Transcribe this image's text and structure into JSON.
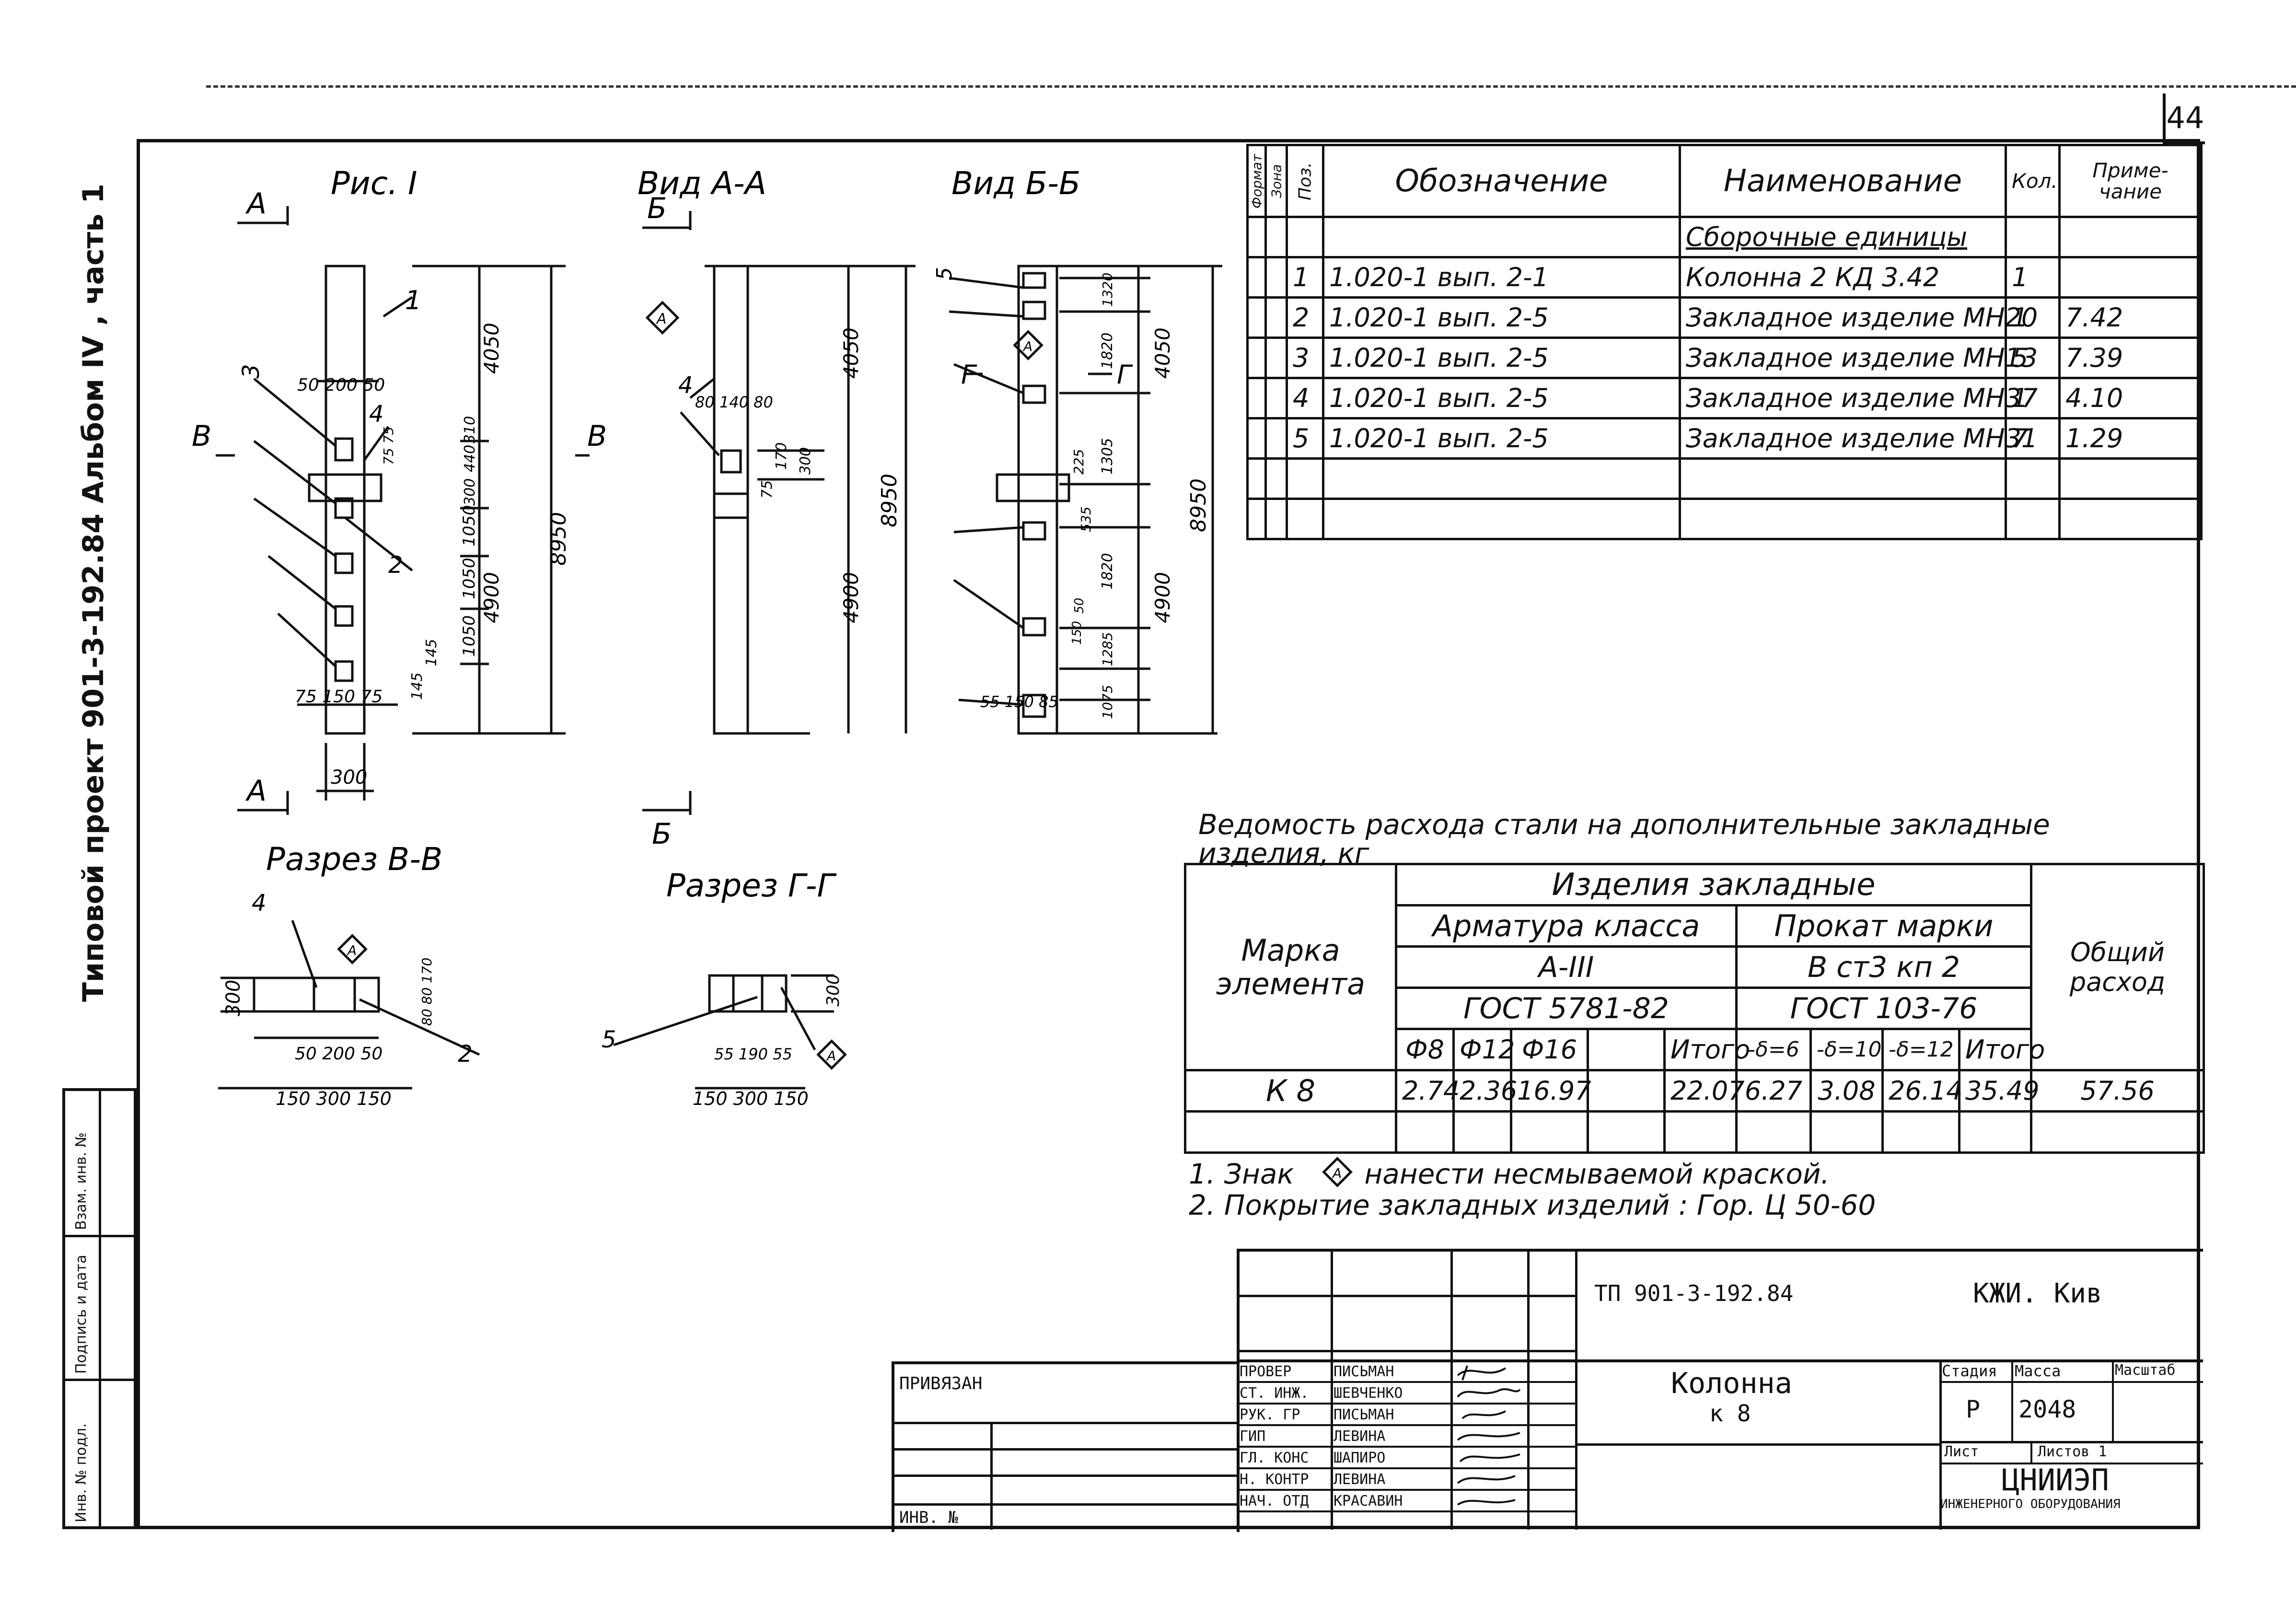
{
  "sheet_number": "44",
  "left_margin": {
    "title": "Типовой   проект 901-3-192.84 Альбом IV  ,  часть 1",
    "stamp_cells": [
      "Инв. № подл.",
      "Подпись и дата",
      "Взам. инв. №"
    ]
  },
  "drawing": {
    "fig1_title": "Рис. I",
    "view_aa_title": "Вид А-А",
    "view_bb_title": "Вид Б-Б",
    "section_vv_title": "Разрез В-В",
    "section_gg_title": "Разрез Г-Г",
    "markers": {
      "A": "А",
      "B": "Б",
      "V": "В",
      "G": "Г",
      "sign": "А"
    },
    "fig1_dims": {
      "w_top": "50 200 50",
      "total_h": "8950",
      "upper": "4050",
      "lower": "4900",
      "d1": "1050",
      "d2": "1050",
      "d3": "1050",
      "d4": "300",
      "d5": "440",
      "d6": "310",
      "d7": "75 75",
      "d8": "145",
      "d9": "145",
      "bot": "75 150 75",
      "width": "300"
    },
    "fig1_leaders": [
      "1",
      "2",
      "3",
      "4"
    ],
    "aa_dims": {
      "top": "80 140 80",
      "d1": "170",
      "d2": "300",
      "d3": "75",
      "upper": "4050",
      "total": "8950",
      "lower": "4900"
    },
    "aa_leader": "4",
    "bb_dims": {
      "upper": "4050",
      "total": "8950",
      "lower": "4900",
      "d1": "1320",
      "d2": "1820",
      "d3": "1305",
      "d4": "225",
      "d5": "535",
      "d6": "1820",
      "d7": "1285",
      "d8": "1075",
      "d9": "50",
      "d10": "150",
      "bot": "55 150 85"
    },
    "bb_leader": "5",
    "vv_dims": {
      "h": "300",
      "d1": "50 200 50",
      "d2": "150 300 150",
      "d3": "80 80 170"
    },
    "vv_leaders": [
      "4",
      "2"
    ],
    "gg_dims": {
      "h": "300",
      "d1": "55 190 55",
      "d2": "150 300 150"
    },
    "gg_leader": "5"
  },
  "spec_table": {
    "headers": {
      "format": "Формат",
      "zone": "Зона",
      "pos": "Поз.",
      "designation": "Обозначение",
      "name": "Наименование",
      "qty": "Кол.",
      "note": "Приме-чание"
    },
    "section": "Сборочные единицы",
    "rows": [
      {
        "pos": "1",
        "designation": "1.020-1  вып. 2-1",
        "name": "Колонна 2 КД 3.42",
        "qty": "1",
        "note": ""
      },
      {
        "pos": "2",
        "designation": "1.020-1  вып. 2-5",
        "name": "Закладное изделие МН20",
        "qty": "1",
        "note": "7.42"
      },
      {
        "pos": "3",
        "designation": "1.020-1  вып. 2-5",
        "name": "Закладное изделие МН13",
        "qty": "5",
        "note": "7.39"
      },
      {
        "pos": "4",
        "designation": "1.020-1  вып. 2-5",
        "name": "Закладное изделие МН37",
        "qty": "1",
        "note": "4.10"
      },
      {
        "pos": "5",
        "designation": "1.020-1  вып. 2-5",
        "name": "Закладное изделие МН31",
        "qty": "7",
        "note": "1.29"
      }
    ]
  },
  "steel_table": {
    "title": "Ведомость расхода стали на дополнительные закладные изделия, кг",
    "col_mark": "Марка элемента",
    "group_main": "Изделия закладные",
    "group_rebar": "Арматура класса",
    "rebar_class": "А-III",
    "rebar_gost": "ГОСТ 5781-82",
    "group_rolled": "Прокат марки",
    "rolled_mark": "В ст3 кп 2",
    "rolled_gost": "ГОСТ 103-76",
    "col_total": "Общий расход",
    "subheaders": [
      "Ф8",
      "Ф12",
      "Ф16",
      "",
      "Итого",
      "-δ=6",
      "-δ=10",
      "-δ=12",
      "Итого"
    ],
    "row": {
      "mark": "К 8",
      "values": [
        "2.74",
        "2.36",
        "16.97",
        "",
        "22.07",
        "6.27",
        "3.08",
        "26.14",
        "35.49",
        "57.56"
      ]
    }
  },
  "notes": {
    "n1_a": "1. Знак",
    "n1_b": "нанести несмываемой краской.",
    "n2": "2. Покрытие закладных изделий :  Гор. Ц 50-60"
  },
  "title_block": {
    "privyazan": "Привязан",
    "inv_no": "Инв. №",
    "project_code": "ТП 901-3-192.84",
    "doc_code": "КЖИ. Кив",
    "name": "Колонна",
    "name_sub": "к 8",
    "headers": {
      "stage": "Стадия",
      "mass": "Масса",
      "scale": "Масштаб"
    },
    "stage": "Р",
    "mass": "2048",
    "sheet": "Лист",
    "sheets": "Листов 1",
    "org": "ЦНИИЭП",
    "org_sub": "инженерного оборудования",
    "signers": [
      {
        "role": "Провер",
        "name": "Письман"
      },
      {
        "role": "Ст. инж.",
        "name": "Шевченко"
      },
      {
        "role": "Рук. гр",
        "name": "Письман"
      },
      {
        "role": "ГИП",
        "name": "Левина"
      },
      {
        "role": "Гл. конс",
        "name": "Шапиро"
      },
      {
        "role": "Н. контр",
        "name": "Левина"
      },
      {
        "role": "Нач. отд",
        "name": "Красавин"
      }
    ]
  }
}
